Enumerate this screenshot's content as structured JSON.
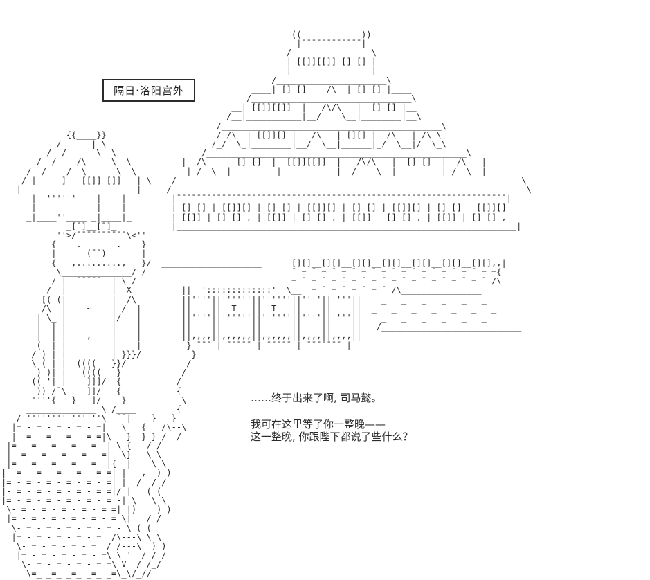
{
  "scene": {
    "label": "隔日·洛阳宫外",
    "dialogue": {
      "line1": "……终于出来了啊, 司马懿。",
      "line2": "我可在这里等了你一整晚——",
      "line3": "这一整晚, 你跟陛下都说了些什么？"
    }
  },
  "colors": {
    "ink": "#2b2b2b",
    "background": "#ffffff"
  },
  "ascii_art": {
    "lines": [
      "",
      "",
      "",
      "                                                          ((____________))",
      "                                                          _|¯¯¯¯¯¯¯¯¯¯¯¯|_",
      "                                                         /________________\\",
      "                                                         | [[]][[]] [] [] |",
      "                                                       __|________________|__",
      "                                                      /______________________\\",
      "                                                  ____| [] [] |  /\\  | [] [] |____",
      "                                                 /________________________________\\",
      "                                              __| [[]][[]]  |   /\\/\\   |  [] [] |__",
      "                                             /__|___________|__/    \\__|________|__\\",
      "                                           /____________________________________________\\",
      "             {{____}}                      / /\\  | [[]][] |   /\\   | [][] |  /\\   | /\\ \\",
      "           / |    | \\                     /_/  \\_|________|__/  \\__|______|_/  \\__|/  \\_\\",
      "         /  /      \\  \\                 /____________________________________________________\\",
      "       /  /    /\\     \\  \\          |  /\\   |  [] []  |  [[]][[]]  |   /\\/\\   |  [] []  |  /\\   |",
      "     /__/____/  \\______\\__\\          |_/  \\__|_________|___________|__/    \\__|_________|_/  \\__|",
      "    / |     ]   [[]] []]   | \\    /_____________________________________________________________________\\",
      "   |_______________________|     /_______________________________________________________________________\\",
      "    | |  ''''''  | |    | |       |¯¯¯¯¯¯¯¯¯¯¯¯¯¯¯¯¯¯¯¯¯¯¯¯¯¯¯¯¯¯¯¯¯¯¯¯¯¯¯¯¯¯¯¯¯¯¯¯¯¯¯¯¯¯¯¯¯¯¯¯¯¯¯¯¯¯|",
      "    | |          | |    | |       | [] [] | [[]][] | [] [] | [[]][] | [] [] | [[]][] | [] [] | [[]][] |",
      "    |_|____''____|_|____|_|       | [[]] | [] [] , | [[]] | [] [] , | [[]] | [] [] , | [[]] | [] [] , |",
      "             _[¯]__[¯]_           |____________________________________________________________________|",
      "           ''>/¯¯¯¯¯¯¯¯¯¯\\<''",
      "          {    .       .    }                                                                |",
      "          |      (¯¯)       |                                                                |",
      "          {   ,.........,   }/  ____________________      [][]__[][]__[][]__[][]__[][]__[][]__[][],,|",
      "           \\______________/ /                             ¯ = ¯ = ¯ = ¯ = ¯ = ¯ = ¯ = ¯ = ¯ = ¯ = ={",
      "          / |  ¯¯¯¯¯  | \\ /                               = ¯ = ¯ = ¯ = ¯ = ¯ = ¯ = ¯ = ¯ = ¯ = ¯ /\\",
      "         /  |         |  X          ||  ':::::::::::::'  \\__  = ¯ = ¯ = ¯ = ¯ /\\________________",
      "        [(-(|         |  /\\         ||''''||''''''||''''''||''''||''''||  - _ - _ - _ - _ - _ - _ -",
      "        /\\  |    ~    | /  |        ||    ||  T   ||  T   ||    ||    ||  _ - _ - _ - _ - _ - _ - _",
      "       | \\_ |         |/   |        ||''''||''''''||''''''||''''||''''||  - _ - _ - _ - _ - _ - _",
      "       |  | |         |    |        ||    ||      ||      ||    ||    ||   /____________________________",
      "       |  | |    ,    |    |        ||,,,,||,,,,,,||,,,,,,||,,,,||,,,,||",
      "       (  | |         |    |         }_¯¯¯_|_¯¯¯¯¯_|_¯¯¯¯¯_|_¯¯¯¯¯¯¯_|",
      "      / ) | |         | }}}/          }",
      "      \\ ( | |  ((((   }}/            /",
      "       ) )| |   ((((   }            /",
      "      (( '| |    ]]]/  {           /",
      "       )) /¯\\    ]]/   {           {",
      "      ''''{   }   ]/    }           \\",
      "     ______________ \\ /____        {",
      "   /''''''''''''''''\\  ¯¯|    }   }",
      "  |= - = - = - = - =|   \\   {   /\\--\\",
      "  |- = - = - = - = =|\\   }  } } /--/",
      " |= - = - = - = - = -| \\ {   / /",
      " |- = - = - = - = - =|  \\}   \\ \\",
      " |= - = - = - = - = -|{  |    \\ \\",
      "|- = - = - = - = - = =| |   ,  ) )",
      "|= - = - = - = - = - =| |  /  / /",
      "|- = - = - = - = - = =|/ |   ( (",
      "|= - = - = - = - = - = -| \\   \\ \\",
      " \\- = - = - = - = - = =| |)    ) )",
      " |= - = - = - = - = - = \\|   / /",
      "  \\- = - = - = - = - = - \\ ( (",
      "  |= - = - = - = - =  /\\---\\ \\ \\",
      "   \\- = - = - = - =  / /---\\  ) )",
      "   |= - = - = - = - =\\ \\ '  / / /",
      "    \\- = - = - = - = =\\ V  / /_/",
      "     \\=_-_=_-_=_-_=_-_=\\_\\/_//"
    ]
  }
}
